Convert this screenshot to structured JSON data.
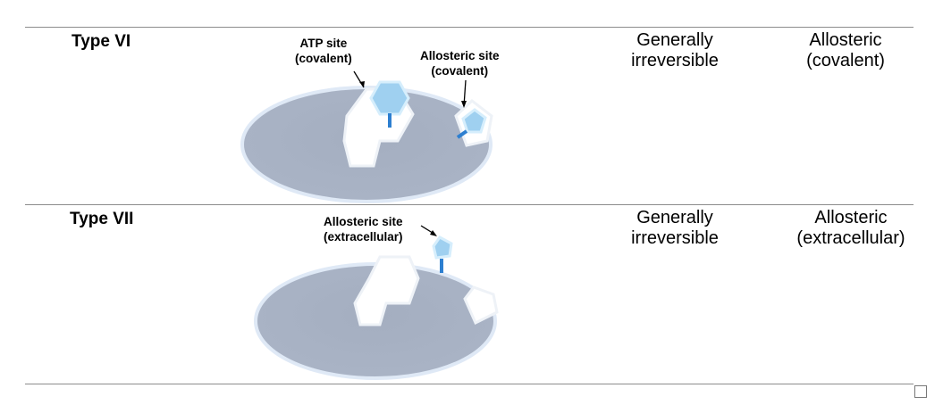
{
  "rows": [
    {
      "type": "Type VI",
      "labels": {
        "atp": "ATP site\n(covalent)",
        "allosteric": "Allosteric site\n(covalent)"
      },
      "reversibility": "Generally\nirreversible",
      "binding": "Allosteric\n(covalent)"
    },
    {
      "type": "Type VII",
      "labels": {
        "allosteric": "Allosteric site\n(extracellular)"
      },
      "reversibility": "Generally\nirreversible",
      "binding": "Allosteric\n(extracellular)"
    }
  ],
  "colors": {
    "protein": "#a9b3c4",
    "ligand": "#9fd0f0",
    "linker": "#2d7fd0"
  }
}
